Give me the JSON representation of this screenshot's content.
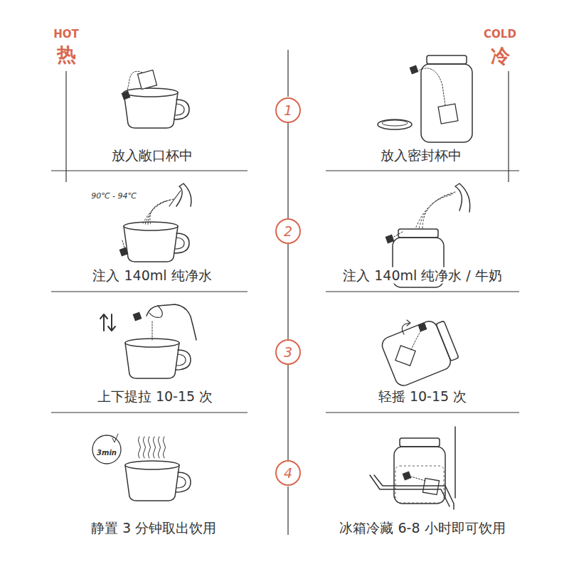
{
  "diagram": {
    "nodes": [
      {
        "text": [
          "1"
        ]
      },
      {
        "text": [
          "2"
        ]
      },
      {
        "text": [
          "3"
        ]
      },
      {
        "text": [
          "4"
        ]
      }
    ],
    "edges": [
      {
        "from": 0,
        "to": 1,
        "arrow": "none"
      },
      {
        "from": 1,
        "to": 2,
        "arrow": "none"
      },
      {
        "from": 2,
        "to": 3,
        "arrow": "none"
      }
    ],
    "labels": [
      "HOT",
      "热",
      "COLD",
      "冷",
      "放入敞口杯中",
      "放入密封杯中",
      "90℃ - 94℃",
      "注入 140ml 纯净水",
      "注入 140ml 纯净水 / 牛奶",
      "上下提拉 10-15 次",
      "轻摇 10-15 次",
      "3min",
      "静置 3 分钟取出饮用",
      "冰箱冷藏 6-8 小时即可饮用"
    ]
  }
}
